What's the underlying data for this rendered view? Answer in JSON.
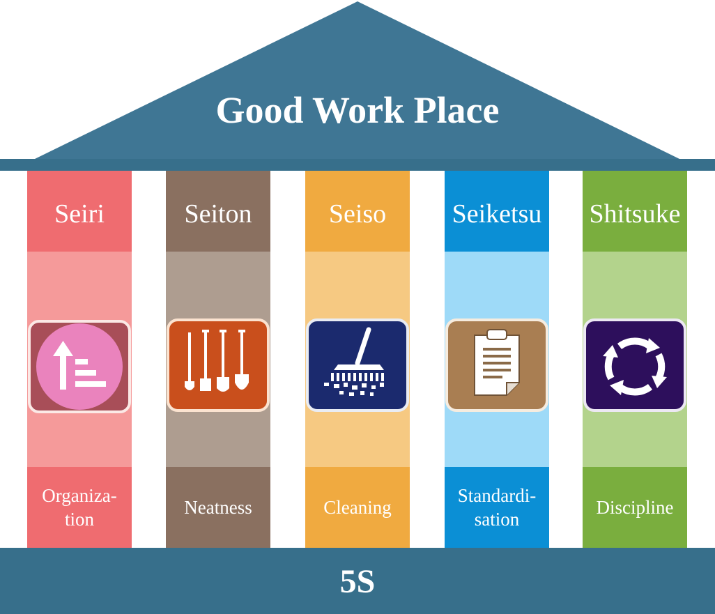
{
  "roof": {
    "title": "Good Work Place"
  },
  "base": {
    "label": "5S"
  },
  "pillars": [
    {
      "name": "Seiri",
      "description": [
        "Organiza-",
        "tion"
      ],
      "icon": "sort-ascending-icon",
      "colors": {
        "top": "#ef6c70",
        "mid": "#f59a9a",
        "bottom": "#ef6c70"
      }
    },
    {
      "name": "Seiton",
      "description": [
        "Neatness"
      ],
      "icon": "tools-icon",
      "colors": {
        "top": "#8a7060",
        "mid": "#ae9d90",
        "bottom": "#8a7060"
      }
    },
    {
      "name": "Seiso",
      "description": [
        "Cleaning"
      ],
      "icon": "broom-icon",
      "colors": {
        "top": "#f0aa40",
        "mid": "#f6c982",
        "bottom": "#f0aa40"
      }
    },
    {
      "name": "Seiketsu",
      "description": [
        "Standardi-",
        "sation"
      ],
      "icon": "clipboard-icon",
      "colors": {
        "top": "#0b8fd5",
        "mid": "#9edaf8",
        "bottom": "#0b8fd5"
      }
    },
    {
      "name": "Shitsuke",
      "description": [
        "Discipline"
      ],
      "icon": "cycle-arrows-icon",
      "colors": {
        "top": "#7aae3e",
        "mid": "#b3d38c",
        "bottom": "#7aae3e"
      }
    }
  ],
  "colors": {
    "structure": "#376f8b",
    "roof_face": "#3f7694"
  }
}
